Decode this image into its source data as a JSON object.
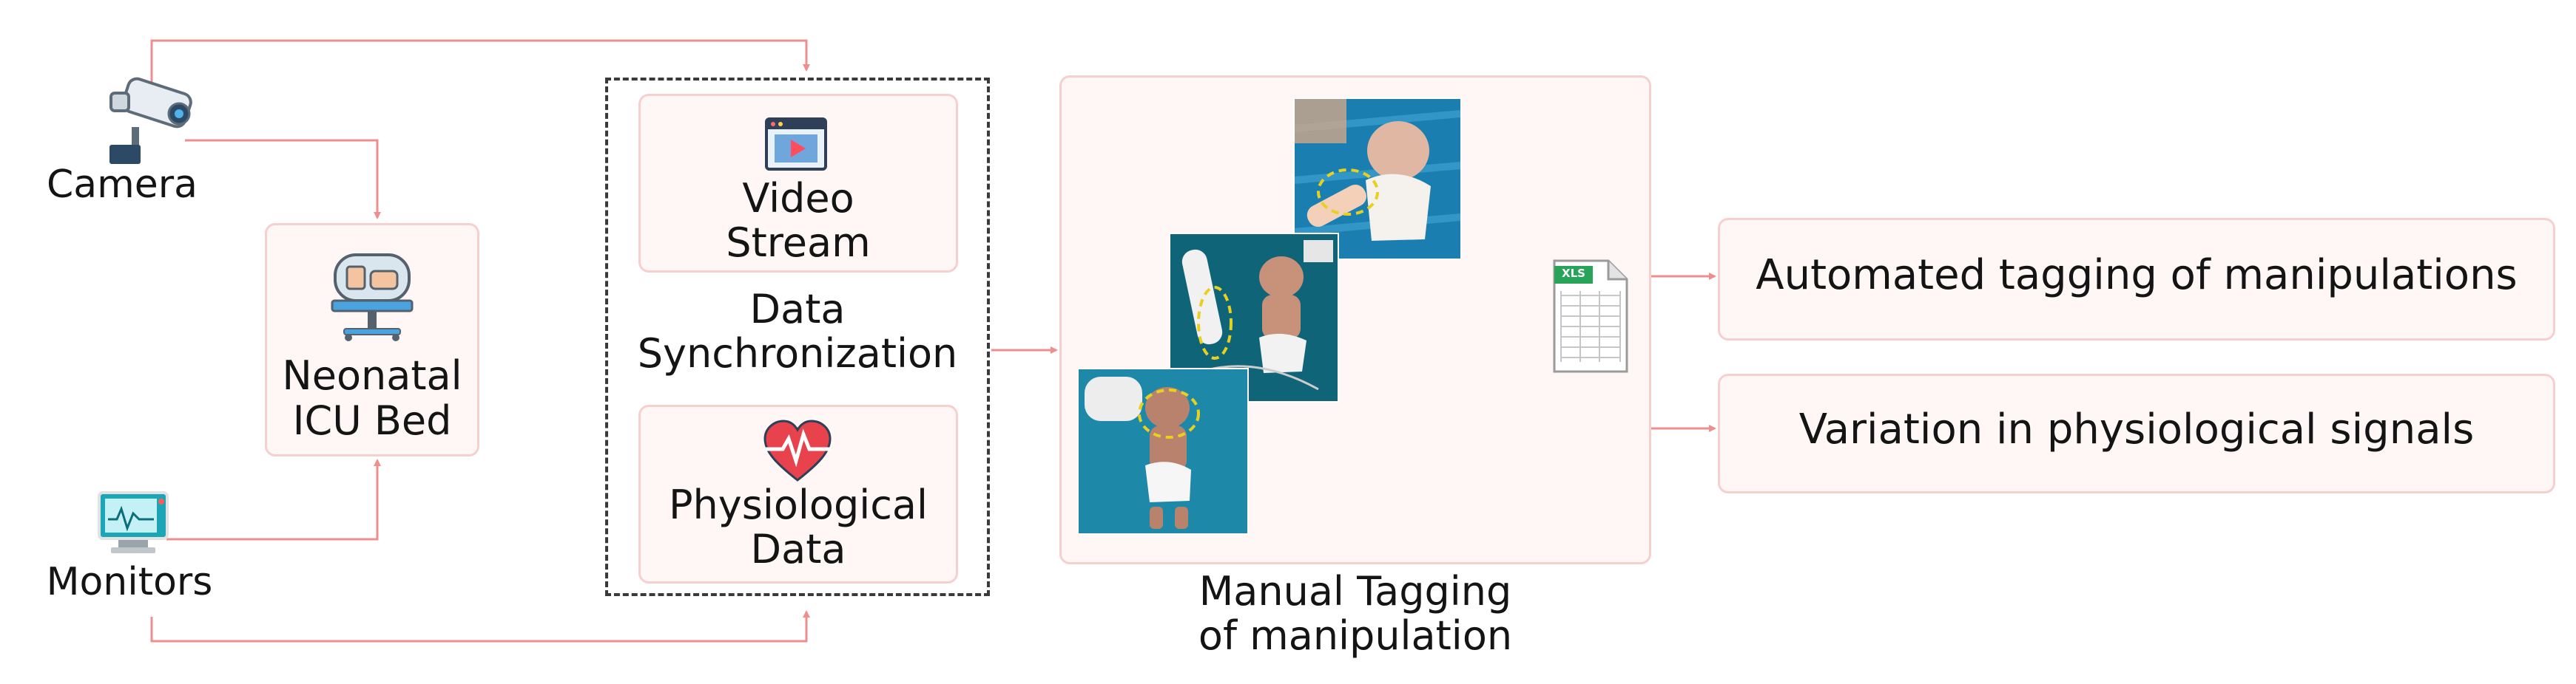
{
  "diagram": {
    "camera_label": "Camera",
    "monitors_label": "Monitors",
    "bed_label_1": "Neonatal",
    "bed_label_2": "ICU Bed",
    "video_label_1": "Video",
    "video_label_2": "Stream",
    "sync_label_1": "Data",
    "sync_label_2": "Synchronization",
    "physio_label_1": "Physiological",
    "physio_label_2": "Data",
    "manual_label_1": "Manual Tagging",
    "manual_label_2": "of manipulation",
    "xls_label": "XLS",
    "output_1": "Automated tagging of manipulations",
    "output_2": "Variation in physiological signals"
  },
  "colors": {
    "connector": "#ef8e8e",
    "box_border": "#f6cfcf",
    "box_fill": "#fff6f6",
    "dashed_border": "#3a3a3a",
    "arrow_gray": "#6e6e6e"
  }
}
